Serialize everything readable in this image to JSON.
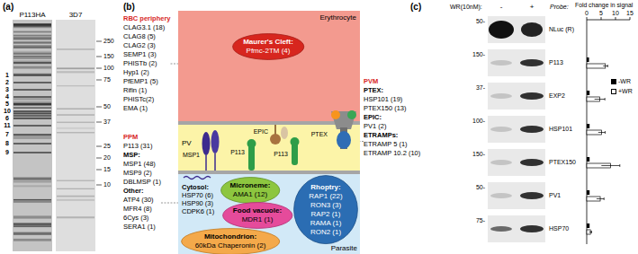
{
  "diagram": {
    "nodes": [
      {
        "text": [
          "RBC periphery",
          "CLAG3.1 (18)",
          "CLAG8 (5)",
          "CLAG2 (3)",
          "SEMP1 (3)",
          "PHISTb (2)",
          "Hyp1 (2)",
          "PfEMP1 (5)",
          "Rifin (1)",
          "PHISTc(2)",
          "EMA (1)"
        ]
      },
      {
        "text": [
          "PPM",
          "P113 (31)",
          "MSP:",
          "MSP1 (48)",
          "MSP9 (2)",
          "DBLMSP (1)",
          "Other:",
          "ATP4 (30)",
          "MFR4 (8)",
          "6Cys (3)",
          "SERA1 (1)"
        ]
      },
      {
        "text": [
          "Erythrocyte"
        ]
      },
      {
        "text": [
          "Maurer's Cleft:",
          "Pfmc-2TM (4)"
        ],
        "in": 2
      },
      {
        "text": [
          "PV"
        ]
      },
      {
        "text": [
          "Parasite",
          "Cytosol:",
          "HSP70 (6)",
          "HSP90 (3)",
          "CDPK6 (1)"
        ]
      },
      {
        "text": [
          "Microneme:",
          "AMA1 (12)"
        ],
        "in": 5
      },
      {
        "text": [
          "Food vacuole:",
          "MDR1 (1)"
        ],
        "in": 5
      },
      {
        "text": [
          "Mitochondrion:",
          "60kDa Chaperonin (2)"
        ],
        "in": 5
      },
      {
        "text": [
          "Rhoptry:",
          "RAP1 (22)",
          "RON3 (3)",
          "RAP2 (1)",
          "RAMA (1)",
          "RON2 (1)"
        ],
        "in": 5
      },
      {
        "text": [
          "PVM",
          "PTEX:",
          "HSP101 (19)",
          "PTEX150 (13)",
          "EPIC:",
          "PV1 (2)",
          "ETRAMPs:",
          "ETRAMP 5 (1)",
          "ETRAMP 10.2 (10)"
        ]
      }
    ],
    "edges": [
      {
        "from": 0,
        "to": 2,
        "arrow": "none"
      },
      {
        "from": 1,
        "to": 5,
        "arrow": "none"
      },
      {
        "from": 10,
        "to": 4,
        "arrow": "none"
      }
    ],
    "labels": [
      "(a)",
      "(b)",
      "(c)",
      "P113HA",
      "3D7",
      "1",
      "2",
      "3",
      "4",
      "5",
      "10",
      "6",
      "11",
      "7",
      "8",
      "9",
      "250",
      "150",
      "100",
      "75",
      "50",
      "37",
      "25",
      "20",
      "15",
      "10",
      "MSP1",
      "P113",
      "EPIC",
      "P113",
      "PTEX",
      "WR(10nM):",
      "-",
      "+",
      "Probe:",
      "50-",
      "150-",
      "37-",
      "100-",
      "150-",
      "50-",
      "75-",
      "NLuc (R)",
      "P113",
      "EXP2",
      "HSP101",
      "PTEX150",
      "PV1",
      "HSP70",
      "Fold change in signal",
      "0",
      "5",
      "10",
      "15"
    ],
    "legend": [
      {
        "text": "-WR",
        "color": "#000000"
      },
      {
        "text": "+WR",
        "color": "#ffffff"
      }
    ]
  }
}
